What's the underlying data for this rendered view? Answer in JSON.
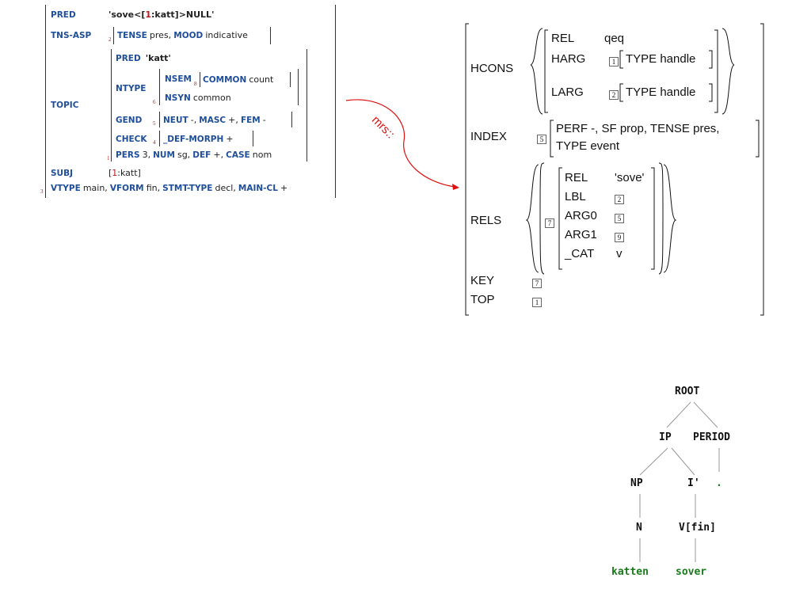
{
  "fstructure": {
    "pred_attr": "PRED",
    "pred_val_a": "'sove<[",
    "pred_val_idx": "1",
    "pred_val_b": ":katt]>NULL'",
    "tnsasp_attr": "TNS-ASP",
    "tnsasp_tag": "2",
    "tense_attr": "TENSE",
    "tense_val": "pres,",
    "mood_attr": "MOOD",
    "mood_val": "indicative",
    "topic_attr": "TOPIC",
    "topic_pred_attr": "PRED",
    "topic_pred_val": "'katt'",
    "ntype_attr": "NTYPE",
    "nsem_attr": "NSEM",
    "nsem_tag": "8",
    "common_attr": "COMMON",
    "common_val": "count",
    "nsyn_tag": "6",
    "nsyn_attr": "NSYN",
    "nsyn_val": "common",
    "gend_attr": "GEND",
    "gend_tag": "5",
    "neut_attr": "NEUT",
    "neut_val": "-,",
    "masc_attr": "MASC",
    "masc_val": "+,",
    "fem_attr": "FEM",
    "fem_val": "-",
    "check_attr": "CHECK",
    "check_tag": "4",
    "defmorph_attr": "_DEF-MORPH",
    "defmorph_val": "+",
    "pers_tag": "1",
    "pers_attr": "PERS",
    "pers_val": "3,",
    "num_attr": "NUM",
    "num_val": "sg,",
    "def_attr": "DEF",
    "def_val": "+,",
    "case_attr": "CASE",
    "case_val": "nom",
    "subj_attr": "SUBJ",
    "subj_a": "[",
    "subj_idx": "1",
    "subj_b": ":katt]",
    "outer_tag": "3",
    "vtype_attr": "VTYPE",
    "vtype_val": "main,",
    "vform_attr": "VFORM",
    "vform_val": "fin,",
    "stmt_attr": "STMT-TYPE",
    "stmt_val": "decl,",
    "maincl_attr": "MAIN-CL",
    "maincl_val": "+"
  },
  "arrow_label": "mrs::",
  "mrs": {
    "hcons_label": "HCONS",
    "hcons_rel_attr": "REL",
    "hcons_rel_val": "qeq",
    "harg_attr": "HARG",
    "harg_box": "1",
    "harg_type": "TYPE handle",
    "larg_attr": "LARG",
    "larg_box": "2",
    "larg_type": "TYPE handle",
    "index_label": "INDEX",
    "index_box": "5",
    "index_line1": "PERF -, SF prop, TENSE pres,",
    "index_line2": "TYPE event",
    "rels_label": "RELS",
    "rels_box": "7",
    "rels_rel_attr": "REL",
    "rels_rel_val": "'sove'",
    "lbl_attr": "LBL",
    "lbl_box": "2",
    "arg0_attr": "ARG0",
    "arg0_box": "5",
    "arg1_attr": "ARG1",
    "arg1_box": "9",
    "cat_attr": "_CAT",
    "cat_val": "v",
    "key_label": "KEY",
    "key_box": "7",
    "top_label": "TOP",
    "top_box": "1"
  },
  "tree": {
    "root": "ROOT",
    "ip": "IP",
    "period": "PERIOD",
    "np": "NP",
    "ibar": "I'",
    "dot": ".",
    "n": "N",
    "vfin": "V[fin]",
    "katten": "katten",
    "sover": "sover"
  }
}
